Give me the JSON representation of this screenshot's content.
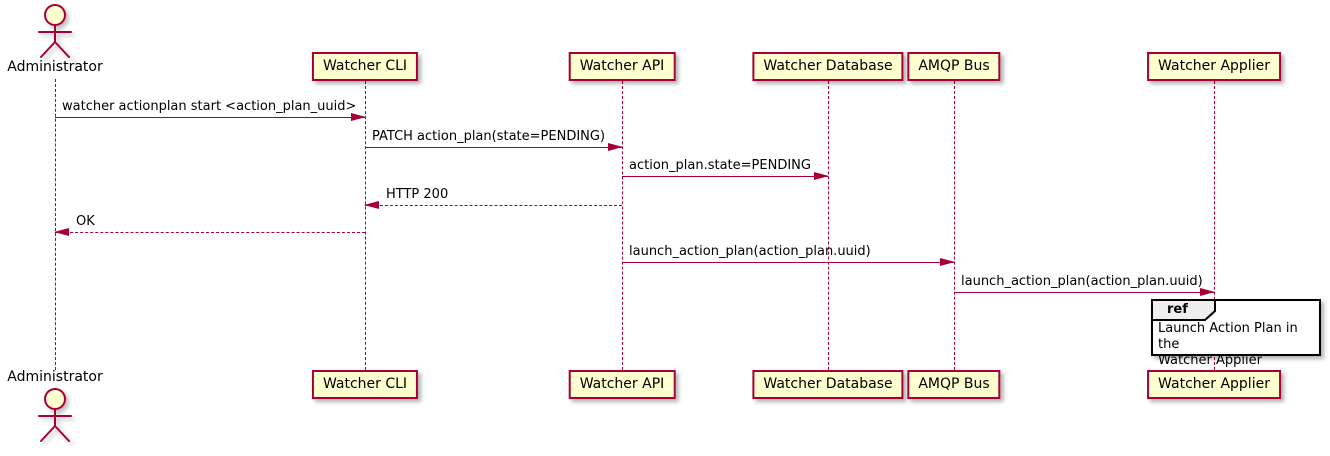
{
  "diagram_type": "sequence",
  "actor": {
    "name": "Administrator"
  },
  "participants": [
    {
      "name": "Watcher CLI"
    },
    {
      "name": "Watcher API"
    },
    {
      "name": "Watcher Database"
    },
    {
      "name": "AMQP Bus"
    },
    {
      "name": "Watcher Applier"
    }
  ],
  "messages": [
    {
      "from": "Administrator",
      "to": "Watcher CLI",
      "label": "watcher actionplan start <action_plan_uuid>",
      "style": "solid"
    },
    {
      "from": "Watcher CLI",
      "to": "Watcher API",
      "label": "PATCH action_plan(state=PENDING)",
      "style": "solid"
    },
    {
      "from": "Watcher API",
      "to": "Watcher Database",
      "label": "action_plan.state=PENDING",
      "style": "solid"
    },
    {
      "from": "Watcher API",
      "to": "Watcher CLI",
      "label": "HTTP 200",
      "style": "dashed"
    },
    {
      "from": "Watcher CLI",
      "to": "Administrator",
      "label": "OK",
      "style": "dashed"
    },
    {
      "from": "Watcher API",
      "to": "AMQP Bus",
      "label": "launch_action_plan(action_plan.uuid)",
      "style": "solid"
    },
    {
      "from": "AMQP Bus",
      "to": "Watcher Applier",
      "label": "launch_action_plan(action_plan.uuid)",
      "style": "solid"
    }
  ],
  "ref": {
    "keyword": "ref",
    "over": "Watcher Applier",
    "lines": [
      "Launch Action Plan in the",
      "Watcher Applier"
    ]
  },
  "colors": {
    "participant_fill": "#FEFECE",
    "border": "#A80036",
    "text": "#000000",
    "ref_tab_fill": "#EEEEEE",
    "ref_border": "#000000",
    "background": "#FFFFFF"
  }
}
